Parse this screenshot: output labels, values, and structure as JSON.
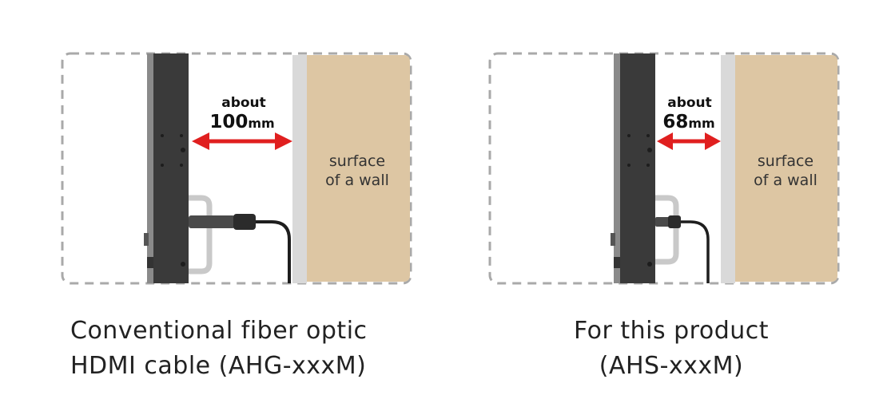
{
  "colors": {
    "frame_dash": "#a9a9a9",
    "wall_fill": "#ddc6a3",
    "wall_edge": "#d9d9d9",
    "device_body": "#3a3a3a",
    "arrow": "#e01f1f",
    "cable": "#1e1e1e",
    "handle": "#c9c9c9"
  },
  "panels": [
    {
      "about_label": "about",
      "distance_value": "100",
      "distance_unit": "mm",
      "wall_label_line1": "surface",
      "wall_label_line2": "of a wall",
      "caption_line1": "Conventional fiber optic",
      "caption_line2": "HDMI cable (AHG-xxxM)",
      "distance_mm": 100
    },
    {
      "about_label": "about",
      "distance_value": "68",
      "distance_unit": "mm",
      "wall_label_line1": "surface",
      "wall_label_line2": "of a wall",
      "caption_line1": "For this product",
      "caption_line2": "(AHS-xxxM)",
      "distance_mm": 68
    }
  ]
}
